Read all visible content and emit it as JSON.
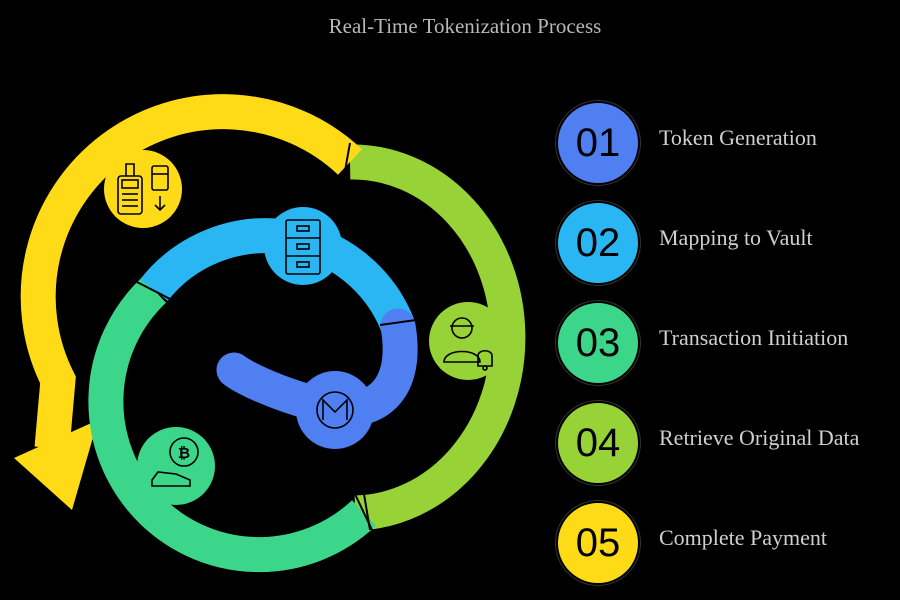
{
  "title": "Real-Time Tokenization Process",
  "steps": [
    {
      "number": "01",
      "label": "Token Generation",
      "color": "#4f7ff0"
    },
    {
      "number": "02",
      "label": "Mapping to Vault",
      "color": "#2ab6f2"
    },
    {
      "number": "03",
      "label": "Transaction Initiation",
      "color": "#3cd68a"
    },
    {
      "number": "04",
      "label": "Retrieve Original Data",
      "color": "#97d236"
    },
    {
      "number": "05",
      "label": "Complete Payment",
      "color": "#ffdb17"
    }
  ],
  "icons": [
    "payment-terminal-card-icon",
    "filing-cabinet-icon",
    "user-notification-icon",
    "monero-coin-icon",
    "bitcoin-hand-icon"
  ]
}
